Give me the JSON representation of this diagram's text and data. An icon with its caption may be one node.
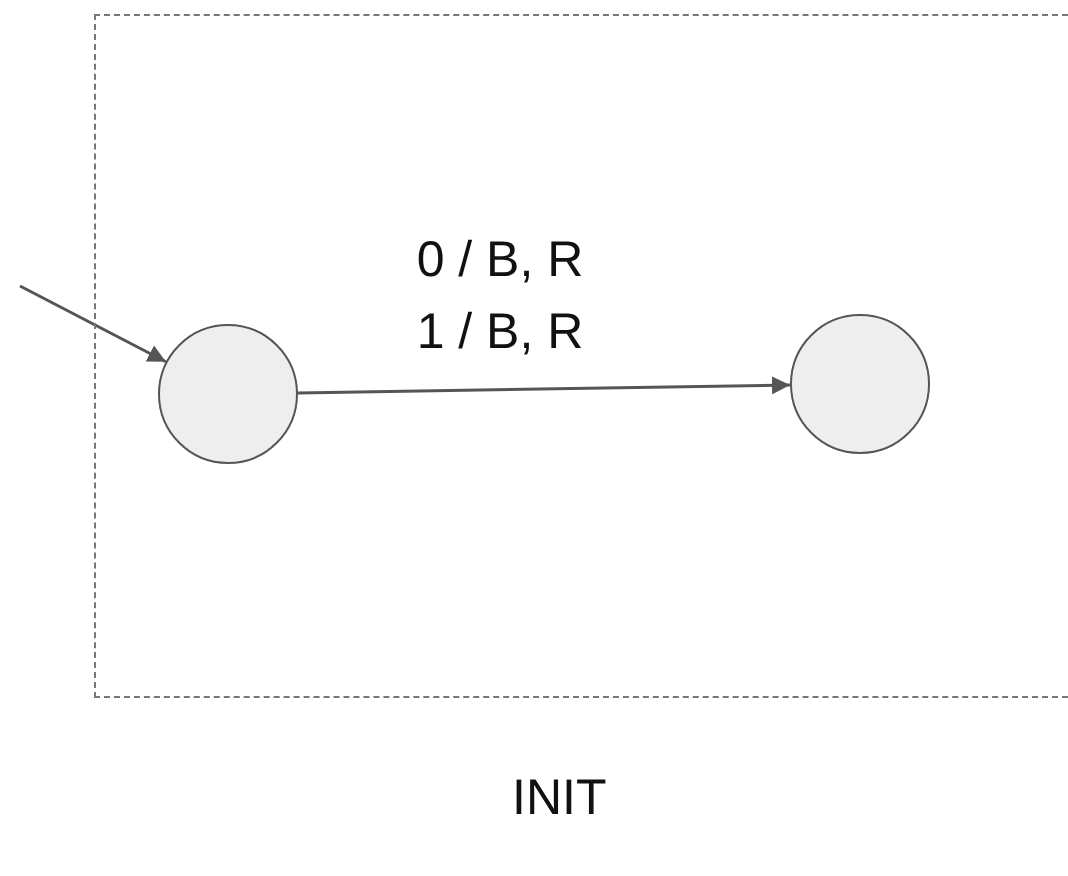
{
  "diagram": {
    "nodes": [
      {
        "text": [
          "INIT"
        ]
      },
      {
        "text": [],
        "shape": "circle",
        "in": 0
      },
      {
        "text": [],
        "shape": "circle",
        "in": 0
      }
    ],
    "edges": [
      {
        "from": null,
        "to": 1,
        "arrow": "to"
      },
      {
        "from": 1,
        "to": 2,
        "arrow": "to",
        "label": "0 / B, R 1 / B, R"
      }
    ]
  }
}
